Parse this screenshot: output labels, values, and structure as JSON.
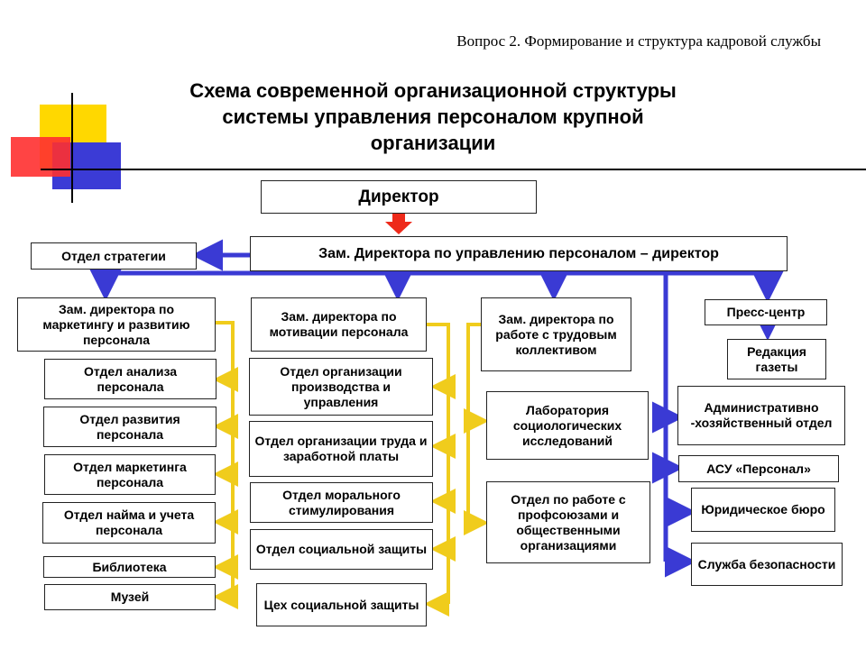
{
  "header": "Вопрос 2. Формирование и структура кадровой службы",
  "title": [
    "Схема современной организационной структуры",
    "системы управления персоналом крупной",
    "организации"
  ],
  "colors": {
    "blue": "#3a3ad4",
    "yellow": "#f0cc1c",
    "red": "#ee2a1a",
    "decor_yellow": "#ffd800",
    "decor_red": "#ff3030",
    "decor_blue": "#3b3bd6"
  },
  "boxes": {
    "director": "Директор",
    "deputy_hr": "Зам. Директора по управлению персоналом – директор",
    "strategy": "Отдел стратегии",
    "dep_marketing": "Зам. директора по маркетингу и развитию персонала",
    "dep_motivation": "Зам. директора по мотивации персонала",
    "dep_collective": "Зам. директора по работе с трудовым коллективом",
    "press": "Пресс-центр",
    "newspaper": "Редакция газеты",
    "admin": "Административно -хозяйственный отдел",
    "asu": "АСУ «Персонал»",
    "legal": "Юридическое бюро",
    "security": "Служба безопасности",
    "analysis": "Отдел анализа персонала",
    "development": "Отдел развития персонала",
    "marketing": "Отдел маркетинга персонала",
    "hiring": "Отдел найма и учета персонала",
    "library": "Библиотека",
    "museum": "Музей",
    "production": "Отдел организации производства и управления",
    "labor": "Отдел организации труда и заработной платы",
    "moral": "Отдел морального стимулирования",
    "social": "Отдел социальной защиты",
    "social_shop": "Цех социальной защиты",
    "lab": "Лаборатория социологических исследований",
    "unions": "Отдел по работе с профсоюзами и общественными организациями"
  }
}
